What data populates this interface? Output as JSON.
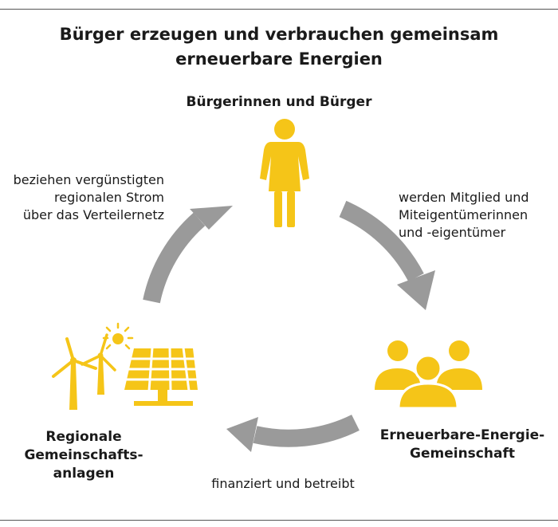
{
  "title": {
    "line1": "Bürger erzeugen und verbrauchen gemeinsam",
    "line2": "erneuerbare Energien"
  },
  "nodes": {
    "citizens": {
      "label": "Bürgerinnen und Bürger",
      "icon": "person-icon"
    },
    "community": {
      "label_line1": "Erneuerbare-Energie-",
      "label_line2": "Gemeinschaft",
      "icon": "group-icon"
    },
    "plants": {
      "label_line1": "Regionale",
      "label_line2": "Gemeinschafts-",
      "label_line3": "anlagen",
      "icon": "wind-solar-icon"
    }
  },
  "edges": {
    "citizens_to_community": {
      "line1": "werden Mitglied und",
      "line2": "Miteigentümerinnen",
      "line3": "und -eigentümer"
    },
    "community_to_plants": {
      "line1": "finanziert und betreibt"
    },
    "plants_to_citizens": {
      "line1": "beziehen vergünstigten",
      "line2": "regionalen Strom",
      "line3": "über das Verteilernetz"
    }
  },
  "colors": {
    "accent": "#F5C518",
    "arrow": "#9A9A9A",
    "text": "#1A1A1A",
    "rule": "#555555"
  }
}
